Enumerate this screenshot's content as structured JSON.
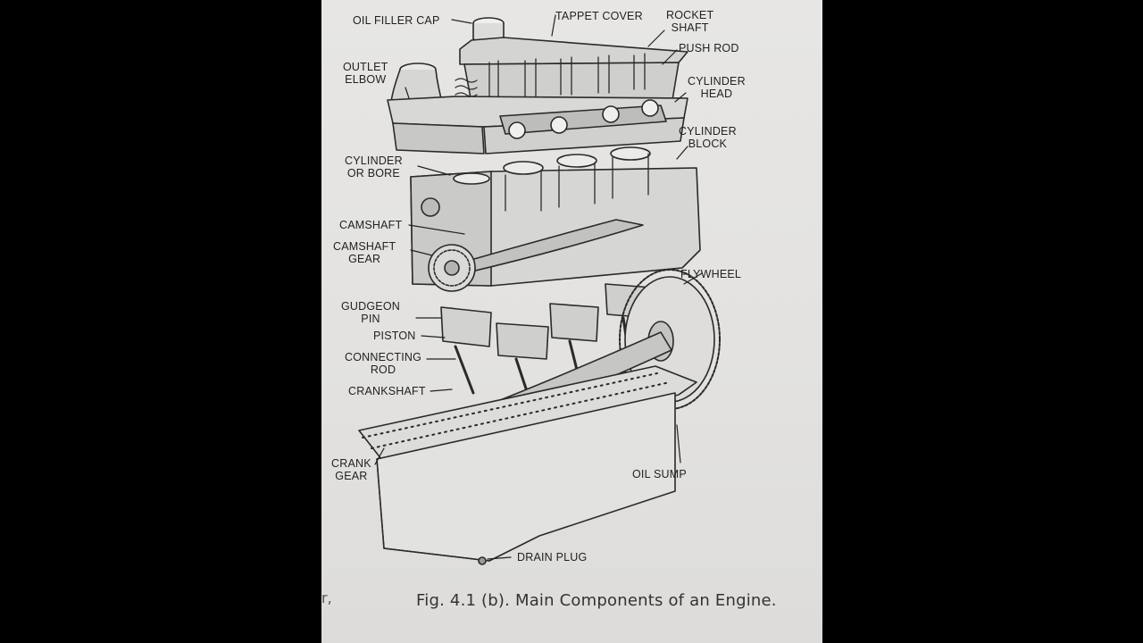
{
  "labels": {
    "oil_filler_cap": "OIL FILLER CAP",
    "tappet_cover": "TAPPET COVER",
    "rocket_shaft": [
      "ROCKET",
      "SHAFT"
    ],
    "push_rod": "PUSH ROD",
    "outlet_elbow": [
      "OUTLET",
      "ELBOW"
    ],
    "cylinder_head": [
      "CYLINDER",
      "HEAD"
    ],
    "cylinder_block": [
      "CYLINDER",
      "BLOCK"
    ],
    "cylinder_bore": [
      "CYLINDER",
      "OR BORE"
    ],
    "camshaft": "CAMSHAFT",
    "camshaft_gear": [
      "CAMSHAFT",
      "GEAR"
    ],
    "flywheel": "FLYWHEEL",
    "gudgeon_pin": [
      "GUDGEON",
      "PIN"
    ],
    "piston": "PISTON",
    "connecting_rod": [
      "CONNECTING",
      "ROD"
    ],
    "crankshaft": "CRANKSHAFT",
    "crank_gear": [
      "CRANK",
      "GEAR"
    ],
    "oil_sump": "OIL SUMP",
    "drain_plug": "DRAIN PLUG"
  },
  "caption": "Fig. 4.1 (b). Main Components of an Engine.",
  "stray_mark": "r,",
  "colors": {
    "background": "#000000",
    "paper": "#e5e4e2",
    "ink": "#222222"
  }
}
